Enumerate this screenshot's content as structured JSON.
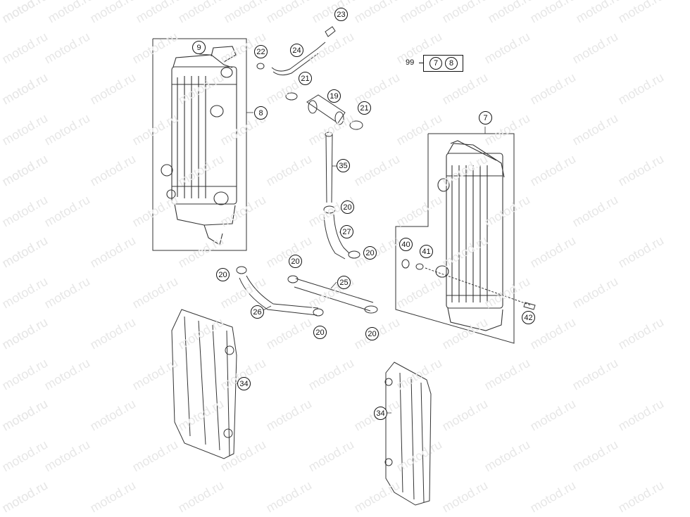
{
  "watermark_text": "motod.ru",
  "callouts": {
    "c9": "9",
    "c22": "22",
    "c24": "24",
    "c23": "23",
    "c21a": "21",
    "c19": "19",
    "c21b": "21",
    "c8": "8",
    "c7": "7",
    "c35": "35",
    "c20a": "20",
    "c27": "27",
    "c20b": "20",
    "c40": "40",
    "c41": "41",
    "c20c": "20",
    "c20d": "20",
    "c25": "25",
    "c26": "26",
    "c20e": "20",
    "c20f": "20",
    "c42": "42",
    "c34a": "34",
    "c34b": "34"
  },
  "kit": {
    "ref": "99",
    "item_a": "7",
    "item_b": "8"
  },
  "colors": {
    "line": "#333333",
    "watermark": "#e7e7e7"
  }
}
